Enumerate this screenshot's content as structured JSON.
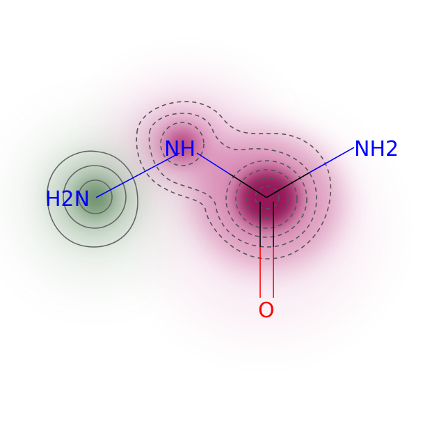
{
  "molecule": {
    "atoms": [
      {
        "id": "n_terminal",
        "label": "H2N",
        "element": "N",
        "color": "#0000ff"
      },
      {
        "id": "n_hydrazine",
        "label": "NH",
        "element": "N",
        "color": "#0000ff"
      },
      {
        "id": "c_carbonyl",
        "label": "",
        "element": "C",
        "color": "#000000"
      },
      {
        "id": "n_amide",
        "label": "NH2",
        "element": "N",
        "color": "#0000ff"
      },
      {
        "id": "o_carbonyl",
        "label": "O",
        "element": "O",
        "color": "#ff0000"
      }
    ],
    "bonds": [
      {
        "from": "n_terminal",
        "to": "n_hydrazine",
        "order": 1
      },
      {
        "from": "n_hydrazine",
        "to": "c_carbonyl",
        "order": 1
      },
      {
        "from": "c_carbonyl",
        "to": "n_amide",
        "order": 1
      },
      {
        "from": "c_carbonyl",
        "to": "o_carbonyl",
        "order": 2
      }
    ]
  },
  "similarity_map": {
    "positive_color": "#3a7a3a",
    "negative_color": "#a0004f",
    "contour_color": "#555555",
    "positive_contours": "solid",
    "negative_contours": "dashed"
  }
}
